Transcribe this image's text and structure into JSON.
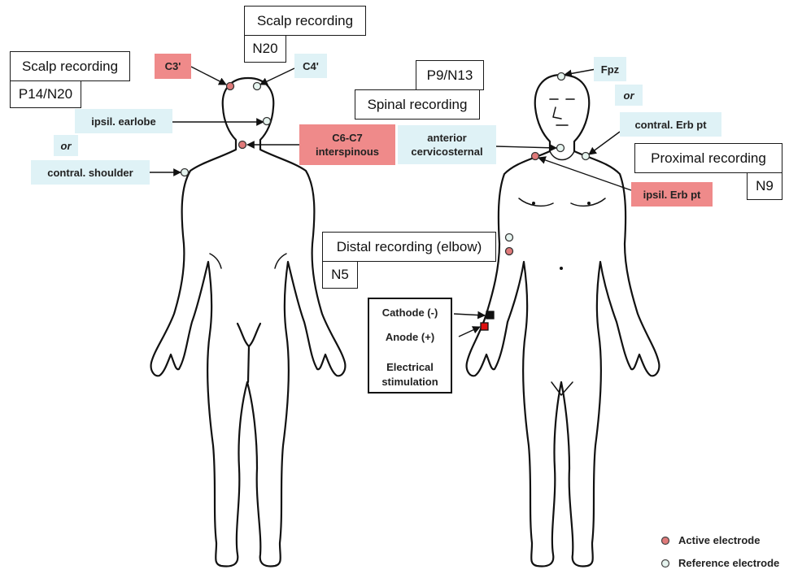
{
  "labels": {
    "scalp_recording_left": "Scalp recording",
    "p14_n20": "P14/N20",
    "scalp_recording_center": "Scalp recording",
    "n20": "N20",
    "c3": "C3'",
    "c4": "C4'",
    "ipsil_earlobe": "ipsil. earlobe",
    "or_left": "or",
    "contral_shoulder": "contral. shoulder",
    "c6c7_line1": "C6-C7",
    "c6c7_line2": "interspinous",
    "p9_n13": "P9/N13",
    "spinal_recording": "Spinal recording",
    "anterior_line1": "anterior",
    "anterior_line2": "cervicosternal",
    "fpz": "Fpz",
    "or_right": "or",
    "contral_erb": "contral. Erb pt",
    "proximal_recording": "Proximal recording",
    "n9": "N9",
    "ipsil_erb": "ipsil. Erb pt",
    "distal_recording": "Distal recording (elbow)",
    "n5": "N5"
  },
  "stimulation": {
    "cathode": "Cathode (-)",
    "anode": "Anode (+)",
    "title_line1": "Electrical",
    "title_line2": "stimulation"
  },
  "legend": {
    "active": "Active electrode",
    "reference": "Reference electrode"
  },
  "colors": {
    "active_electrode": "#e07a7a",
    "reference_electrode": "#e6f4ef",
    "highlight_red": "#ef8a8a",
    "highlight_blue": "#dff2f6",
    "cathode": "#111111",
    "anode": "#dd1111"
  }
}
